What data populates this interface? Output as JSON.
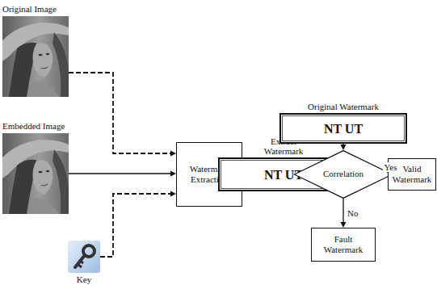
{
  "diagram": {
    "nodes": [
      {
        "text": [
          "Original Image"
        ]
      },
      {
        "text": [
          "Embedded Image"
        ]
      },
      {
        "text": [
          "Key"
        ]
      },
      {
        "text": [
          "Watermark Extracting"
        ]
      },
      {
        "text": [
          "Extract Watermark",
          "NT UT"
        ]
      },
      {
        "text": [
          "Original Watermark",
          "NT UT"
        ]
      },
      {
        "text": [
          "Correlation"
        ]
      },
      {
        "text": [
          "Valid Watermark"
        ]
      },
      {
        "text": [
          "Fault Watermark"
        ]
      }
    ],
    "edges": [
      {
        "from": 0,
        "to": 3,
        "arrow": "to"
      },
      {
        "from": 1,
        "to": 3,
        "arrow": "to"
      },
      {
        "from": 2,
        "to": 3,
        "arrow": "to"
      },
      {
        "from": 3,
        "to": 4,
        "arrow": "to"
      },
      {
        "from": 4,
        "to": 6,
        "arrow": "to"
      },
      {
        "from": 5,
        "to": 6,
        "arrow": "to"
      },
      {
        "from": 6,
        "to": 7,
        "label": "Yes",
        "arrow": "to"
      },
      {
        "from": 6,
        "to": 8,
        "label": "No",
        "arrow": "to"
      }
    ]
  }
}
